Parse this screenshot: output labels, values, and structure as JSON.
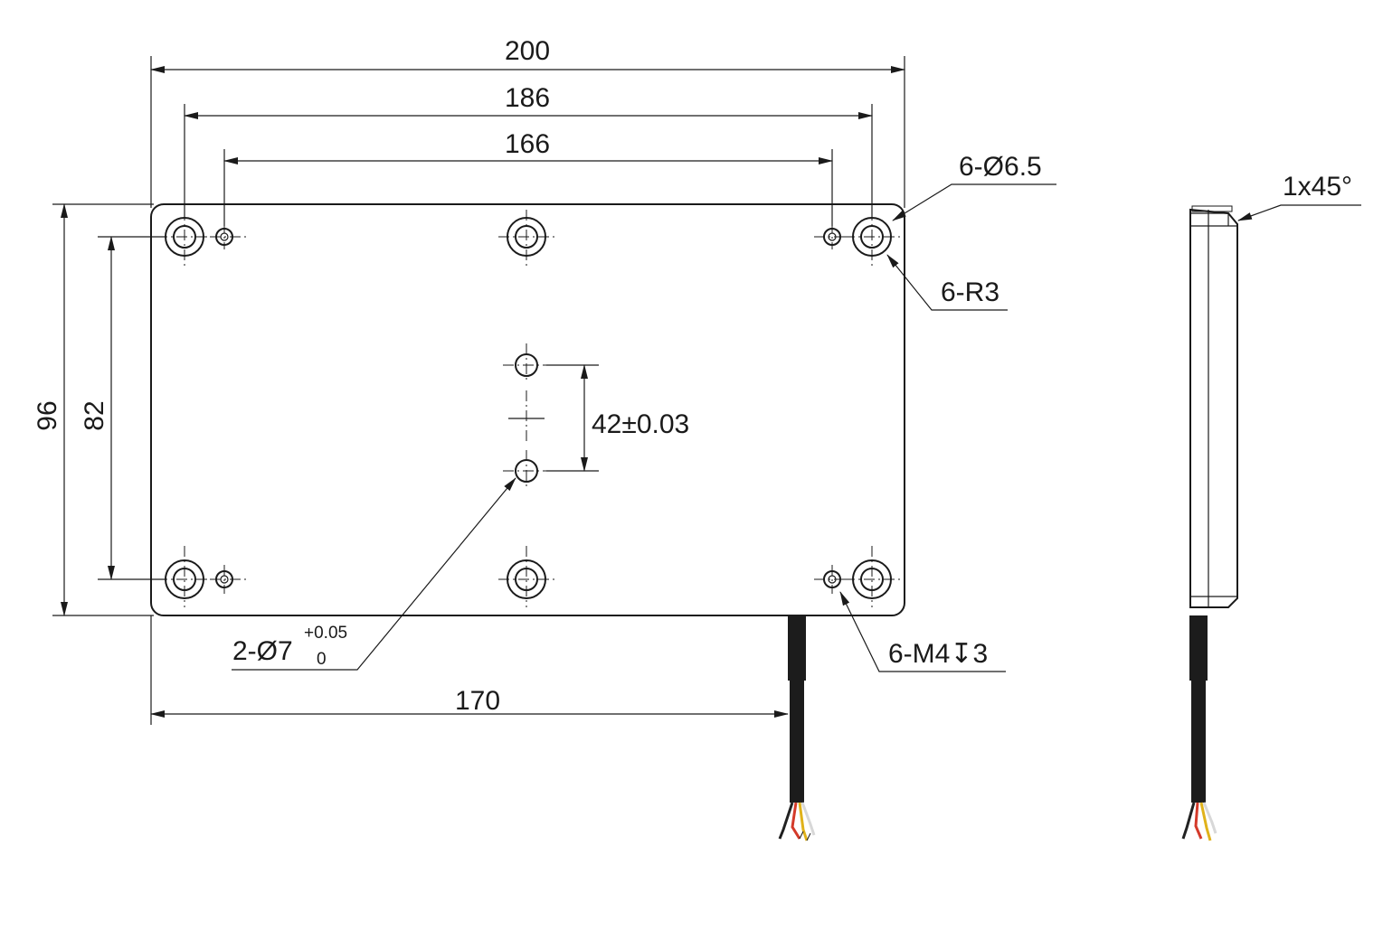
{
  "dimensions": {
    "overall_width": "200",
    "outer_hole_spacing": "186",
    "inner_hole_spacing": "166",
    "overall_height": "96",
    "vertical_hole_spacing": "82",
    "locating_hole_spacing": "42±0.03",
    "cable_position": "170"
  },
  "callouts": {
    "through_holes": "6-Ø6.5",
    "corner_radius": "6-R3",
    "chamfer": "1x45°",
    "threaded_holes": "6-M4↧3",
    "locating_holes_main": "2-Ø7",
    "locating_holes_tol_upper": "+0.05",
    "locating_holes_tol_lower": "0"
  },
  "wire_colors": {
    "jacket": "#1c1c1c",
    "red": "#d43a2a",
    "yellow": "#e0b21a",
    "white": "#d8d8d8",
    "black": "#222222"
  }
}
